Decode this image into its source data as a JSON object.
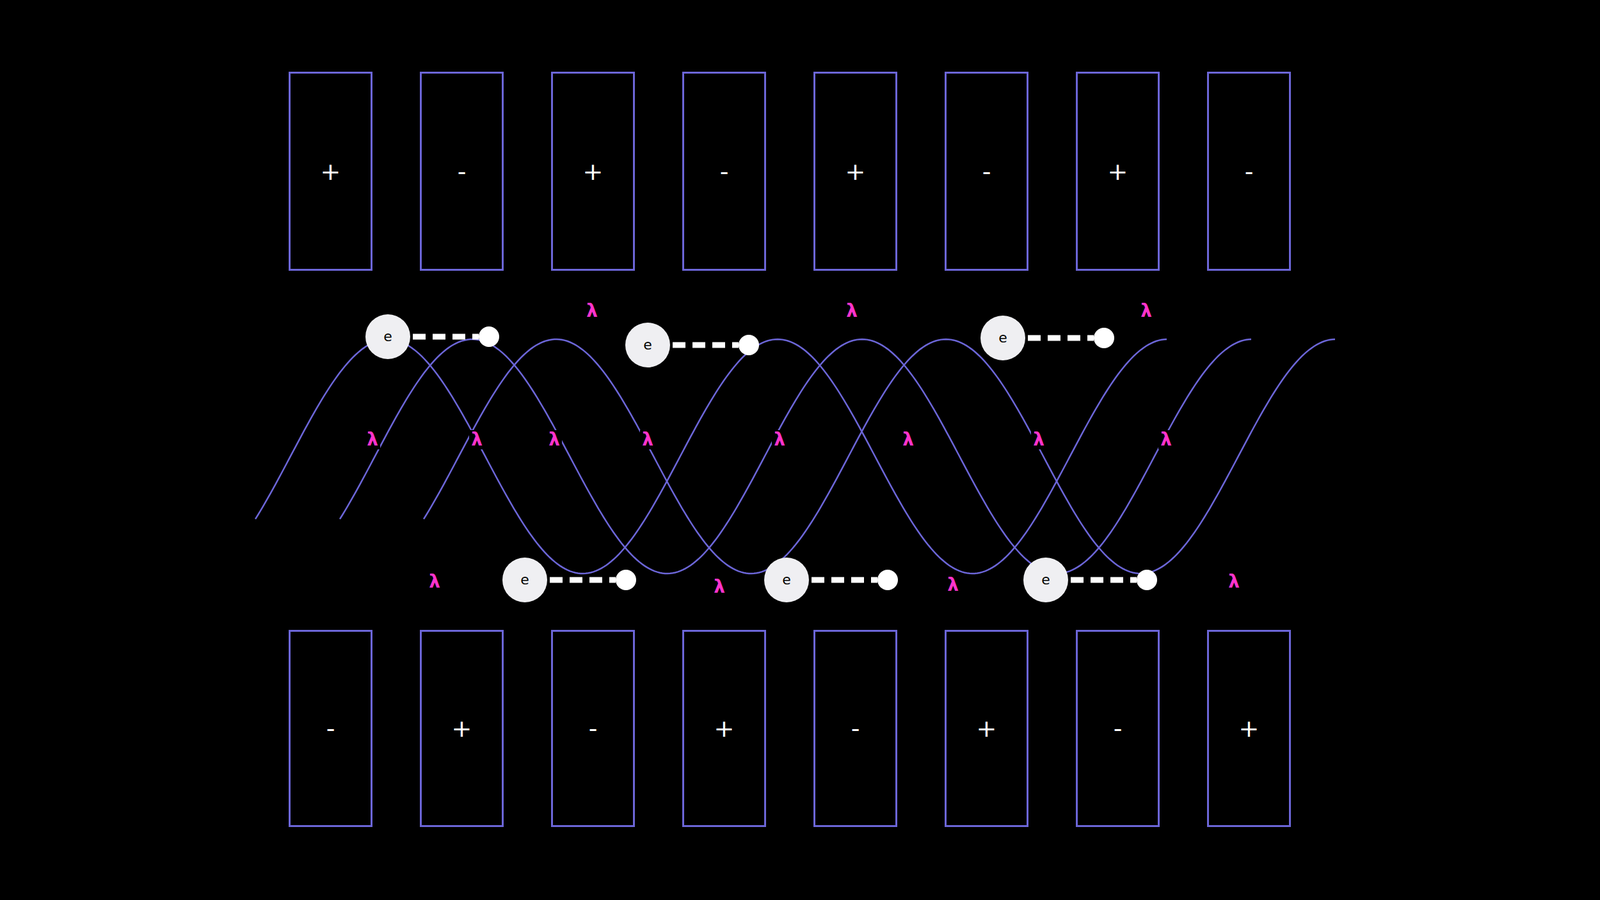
{
  "diagram": {
    "nodes": [
      {
        "text": [
          "+"
        ]
      },
      {
        "text": [
          "-"
        ]
      },
      {
        "text": [
          "+"
        ]
      },
      {
        "text": [
          "-"
        ]
      },
      {
        "text": [
          "+"
        ]
      },
      {
        "text": [
          "-"
        ]
      },
      {
        "text": [
          "+"
        ]
      },
      {
        "text": [
          "-"
        ]
      },
      {
        "text": [
          "-"
        ]
      },
      {
        "text": [
          "+"
        ]
      },
      {
        "text": [
          "-"
        ]
      },
      {
        "text": [
          "+"
        ]
      },
      {
        "text": [
          "-"
        ]
      },
      {
        "text": [
          "+"
        ]
      },
      {
        "text": [
          "-"
        ]
      },
      {
        "text": [
          "+"
        ]
      },
      {
        "text": [
          "e"
        ]
      },
      {
        "text": [
          "e"
        ]
      },
      {
        "text": [
          "e"
        ]
      },
      {
        "text": [
          "e"
        ]
      },
      {
        "text": [
          "e"
        ]
      },
      {
        "text": [
          "e"
        ]
      }
    ],
    "labels": [
      "λ",
      "λ",
      "λ",
      "λ",
      "λ",
      "λ",
      "λ",
      "λ",
      "λ",
      "λ",
      "λ",
      "λ",
      "λ",
      "λ",
      "λ"
    ]
  }
}
